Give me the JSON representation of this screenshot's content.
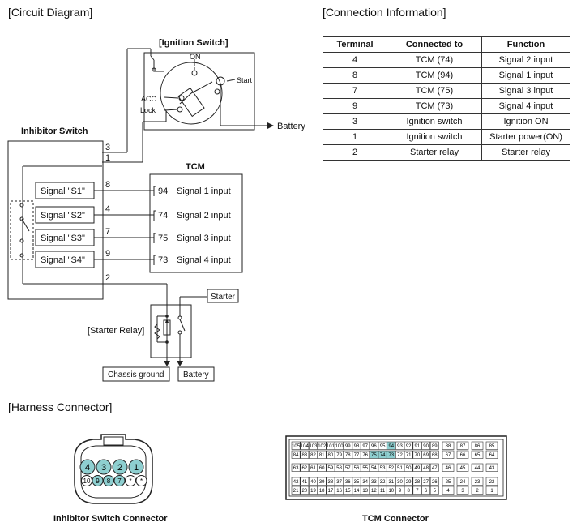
{
  "sections": {
    "circuit": "[Circuit Diagram]",
    "connection": "[Connection Information]",
    "harness": "[Harness Connector]"
  },
  "circuit": {
    "ignition_switch": "[Ignition Switch]",
    "on": "ON",
    "start": "Start",
    "acc": "ACC",
    "lock": "Lock",
    "battery": "Battery",
    "inhibitor_switch": "Inhibitor Switch",
    "tcm": "TCM",
    "signals": [
      "Signal \"S1\"",
      "Signal \"S2\"",
      "Signal \"S3\"",
      "Signal \"S4\""
    ],
    "wire_numbers": [
      "3",
      "1",
      "8",
      "4",
      "7",
      "9",
      "2"
    ],
    "tcm_pins": [
      {
        "pin": "94",
        "label": "Signal 1 input"
      },
      {
        "pin": "74",
        "label": "Signal 2 input"
      },
      {
        "pin": "75",
        "label": "Signal 3 input"
      },
      {
        "pin": "73",
        "label": "Signal 4 input"
      }
    ],
    "starter": "Starter",
    "starter_relay": "[Starter Relay]",
    "chassis_ground": "Chassis ground",
    "relay_battery": "Battery"
  },
  "connection_table": {
    "headers": [
      "Terminal",
      "Connected to",
      "Function"
    ],
    "rows": [
      [
        "4",
        "TCM (74)",
        "Signal 2 input"
      ],
      [
        "8",
        "TCM (94)",
        "Signal 1 input"
      ],
      [
        "7",
        "TCM (75)",
        "Signal 3 input"
      ],
      [
        "9",
        "TCM (73)",
        "Signal 4 input"
      ],
      [
        "3",
        "Ignition switch",
        "Ignition ON"
      ],
      [
        "1",
        "Ignition switch",
        "Starter power(ON)"
      ],
      [
        "2",
        "Starter relay",
        "Starter relay"
      ]
    ]
  },
  "harness": {
    "inhibitor_connector": "Inhibitor Switch Connector",
    "inhibitor_top": [
      "4",
      "3",
      "2",
      "1"
    ],
    "inhibitor_bottom": [
      "10",
      "9",
      "8",
      "7",
      "*",
      "*"
    ],
    "tcm_connector": "TCM Connector",
    "tcm_row1": [
      "105",
      "104",
      "103",
      "102",
      "101",
      "100",
      "99",
      "98",
      "97",
      "96",
      "95",
      "94",
      "93",
      "92",
      "91",
      "90",
      "89"
    ],
    "tcm_row2": [
      "84",
      "83",
      "82",
      "81",
      "80",
      "79",
      "78",
      "77",
      "76",
      "75",
      "74",
      "73",
      "72",
      "71",
      "70",
      "69",
      "68"
    ],
    "tcm_row3": [
      "63",
      "62",
      "61",
      "60",
      "59",
      "58",
      "57",
      "56",
      "55",
      "54",
      "53",
      "52",
      "51",
      "50",
      "49",
      "48",
      "47"
    ],
    "tcm_row4": [
      "42",
      "41",
      "40",
      "39",
      "38",
      "37",
      "36",
      "35",
      "34",
      "33",
      "32",
      "31",
      "30",
      "29",
      "28",
      "27",
      "26"
    ],
    "tcm_row5": [
      "21",
      "20",
      "19",
      "18",
      "17",
      "16",
      "15",
      "14",
      "13",
      "12",
      "11",
      "10",
      "9",
      "8",
      "7",
      "6",
      "5"
    ],
    "tcm_right": [
      [
        "88",
        "87",
        "86",
        "85"
      ],
      [
        "67",
        "66",
        "65",
        "64"
      ],
      [
        "46",
        "45",
        "44",
        "43"
      ],
      [
        "25",
        "24",
        "23",
        "22"
      ],
      [
        "4",
        "3",
        "2",
        "1"
      ]
    ],
    "highlight_color": "#8ecfd0"
  }
}
